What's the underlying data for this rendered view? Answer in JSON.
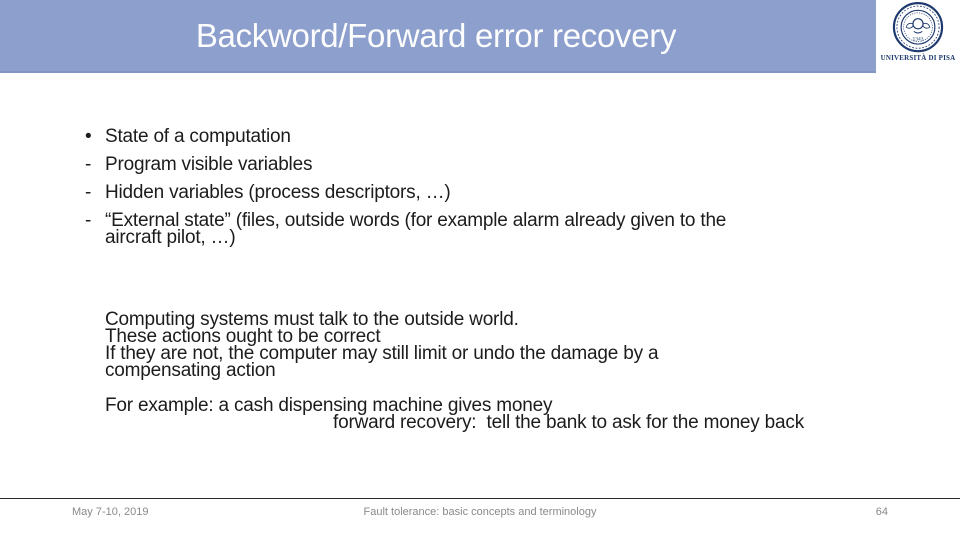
{
  "slide": {
    "title": "Backword/Forward error recovery",
    "logo": {
      "caption": "UNIVERSITÀ DI PISA",
      "seal_year": "1343"
    },
    "bullets": [
      {
        "marker": "•",
        "lines": [
          "State of a computation"
        ]
      },
      {
        "marker": "-",
        "lines": [
          "Program visible variables"
        ]
      },
      {
        "marker": "-",
        "lines": [
          "Hidden variables (process descriptors, …)"
        ]
      },
      {
        "marker": "-",
        "lines": [
          "“External state” (files, outside words (for example alarm already given to the",
          "aircraft pilot, …)"
        ]
      }
    ],
    "paragraph": {
      "lines": [
        "Computing systems must talk to the outside world.",
        "These actions ought to be correct",
        "If they are not, the computer may still limit or undo the damage by a",
        "compensating action"
      ]
    },
    "example": {
      "line1": "For example: a cash dispensing machine gives money",
      "line2": "forward recovery:  tell the bank to ask for the money back"
    },
    "footer": {
      "date": "May 7-10, 2019",
      "center": "Fault tolerance: basic concepts and terminology",
      "page": "64"
    },
    "colors": {
      "header_bg": "#8c9fcd",
      "title_text": "#fdfdfd",
      "body_text": "#1c1c1c",
      "footer_text": "#8a8a8a",
      "seal_navy": "#1e3a6e"
    }
  }
}
